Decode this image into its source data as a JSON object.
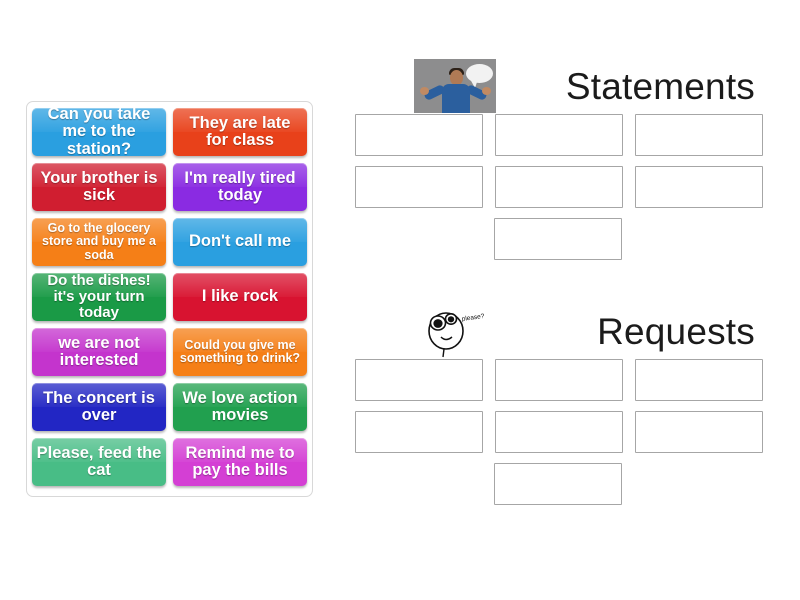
{
  "activity": {
    "type": "group-sort",
    "tray_label": "draggable-answer-tiles"
  },
  "tiles": [
    {
      "text": "Can you take me to the station?",
      "color": "#2a9fe0",
      "size": "lg",
      "category": "request"
    },
    {
      "text": "They are late for class",
      "color": "#e8411a",
      "size": "lg",
      "category": "statement"
    },
    {
      "text": "Your brother is sick",
      "color": "#d01e30",
      "size": "lg",
      "category": "statement"
    },
    {
      "text": "I'm really tired today",
      "color": "#8a2be2",
      "size": "lg",
      "category": "statement"
    },
    {
      "text": "Go to the glocery store and buy me a soda",
      "color": "#f57f17",
      "size": "sm",
      "category": "request"
    },
    {
      "text": "Don't call me",
      "color": "#2a9fe0",
      "size": "lg",
      "category": "request"
    },
    {
      "text": "Do the dishes! it's your turn today",
      "color": "#1a9a46",
      "size": "md",
      "category": "request"
    },
    {
      "text": "I like rock",
      "color": "#d81330",
      "size": "lg",
      "category": "statement"
    },
    {
      "text": "we are not interested",
      "color": "#c434cd",
      "size": "lg",
      "category": "statement"
    },
    {
      "text": "Could you give me something to drink?",
      "color": "#f57f17",
      "size": "sm",
      "category": "request"
    },
    {
      "text": "The concert is over",
      "color": "#2226c4",
      "size": "lg",
      "category": "statement"
    },
    {
      "text": "We love action movies",
      "color": "#21a04f",
      "size": "lg",
      "category": "statement"
    },
    {
      "text": "Please, feed the cat",
      "color": "#48bd86",
      "size": "lg",
      "category": "request"
    },
    {
      "text": "Remind me to pay the bills",
      "color": "#d churchill",
      "size": "lg",
      "category": "request"
    }
  ],
  "tile_colors_fix": {
    "remind_me": "#d43fd4"
  },
  "groups": [
    {
      "title": "Statements",
      "icon": "speaking-person-photo",
      "icon_alt": "man in blue shirt with speech bubble",
      "dropzone_count": 7
    },
    {
      "title": "Requests",
      "icon": "please-doodle",
      "icon_alt": "cartoon face line drawing saying please?",
      "icon_caption": "please?",
      "dropzone_count": 7
    }
  ]
}
